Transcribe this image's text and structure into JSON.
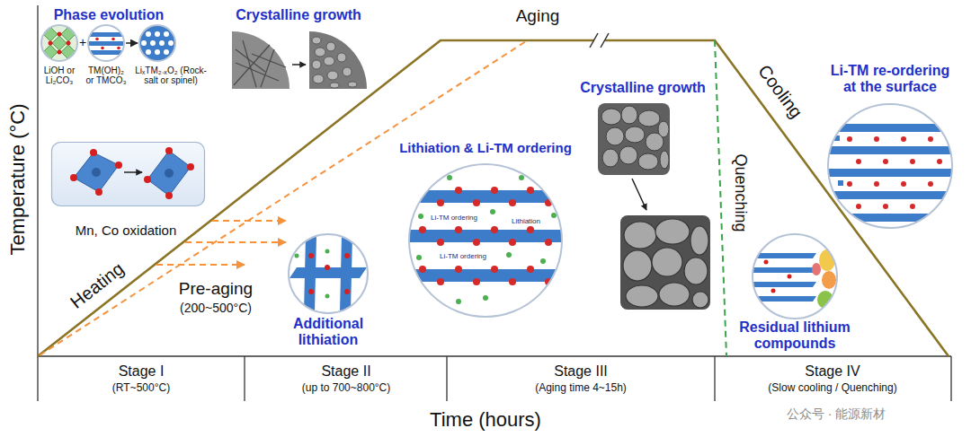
{
  "diagram": {
    "nodes": [
      {
        "text": [
          "LiOH or Li₂CO₃"
        ]
      },
      {
        "text": [
          "TM(OH)₂ or TMCO₃"
        ]
      },
      {
        "text": [
          "LiₓTM₂₋ₓO₂ (Rock-salt or spinel)"
        ]
      },
      {
        "text": [
          "Mn, Co oxidation"
        ]
      },
      {
        "text": [
          "Additional lithiation"
        ]
      },
      {
        "text": [
          "Lithiation & Li-TM ordering",
          "Li-TM ordering",
          "Lithiation",
          "Li-TM ordering"
        ]
      },
      {
        "text": [
          "Residual lithium compounds"
        ]
      },
      {
        "text": [
          "Li-TM re-ordering at the surface"
        ]
      }
    ],
    "edges": [
      {
        "from": 1,
        "to": 2,
        "arrow": "to"
      }
    ],
    "labels": [
      "Phase evolution",
      "+",
      "Crystalline growth",
      "Aging",
      "Crystalline growth",
      "Cooling",
      "Heating",
      "Quenching",
      "Pre-aging",
      "(200~500°C)",
      "Temperature (°C)",
      "Stage I",
      "(RT~500°C)",
      "Stage II",
      "(up to 700~800°C)",
      "Stage III",
      "(Aging time 4~15h)",
      "Stage IV",
      "(Slow cooling / Quenching)",
      "Time (hours)",
      "公众号 · 能源新材"
    ]
  }
}
